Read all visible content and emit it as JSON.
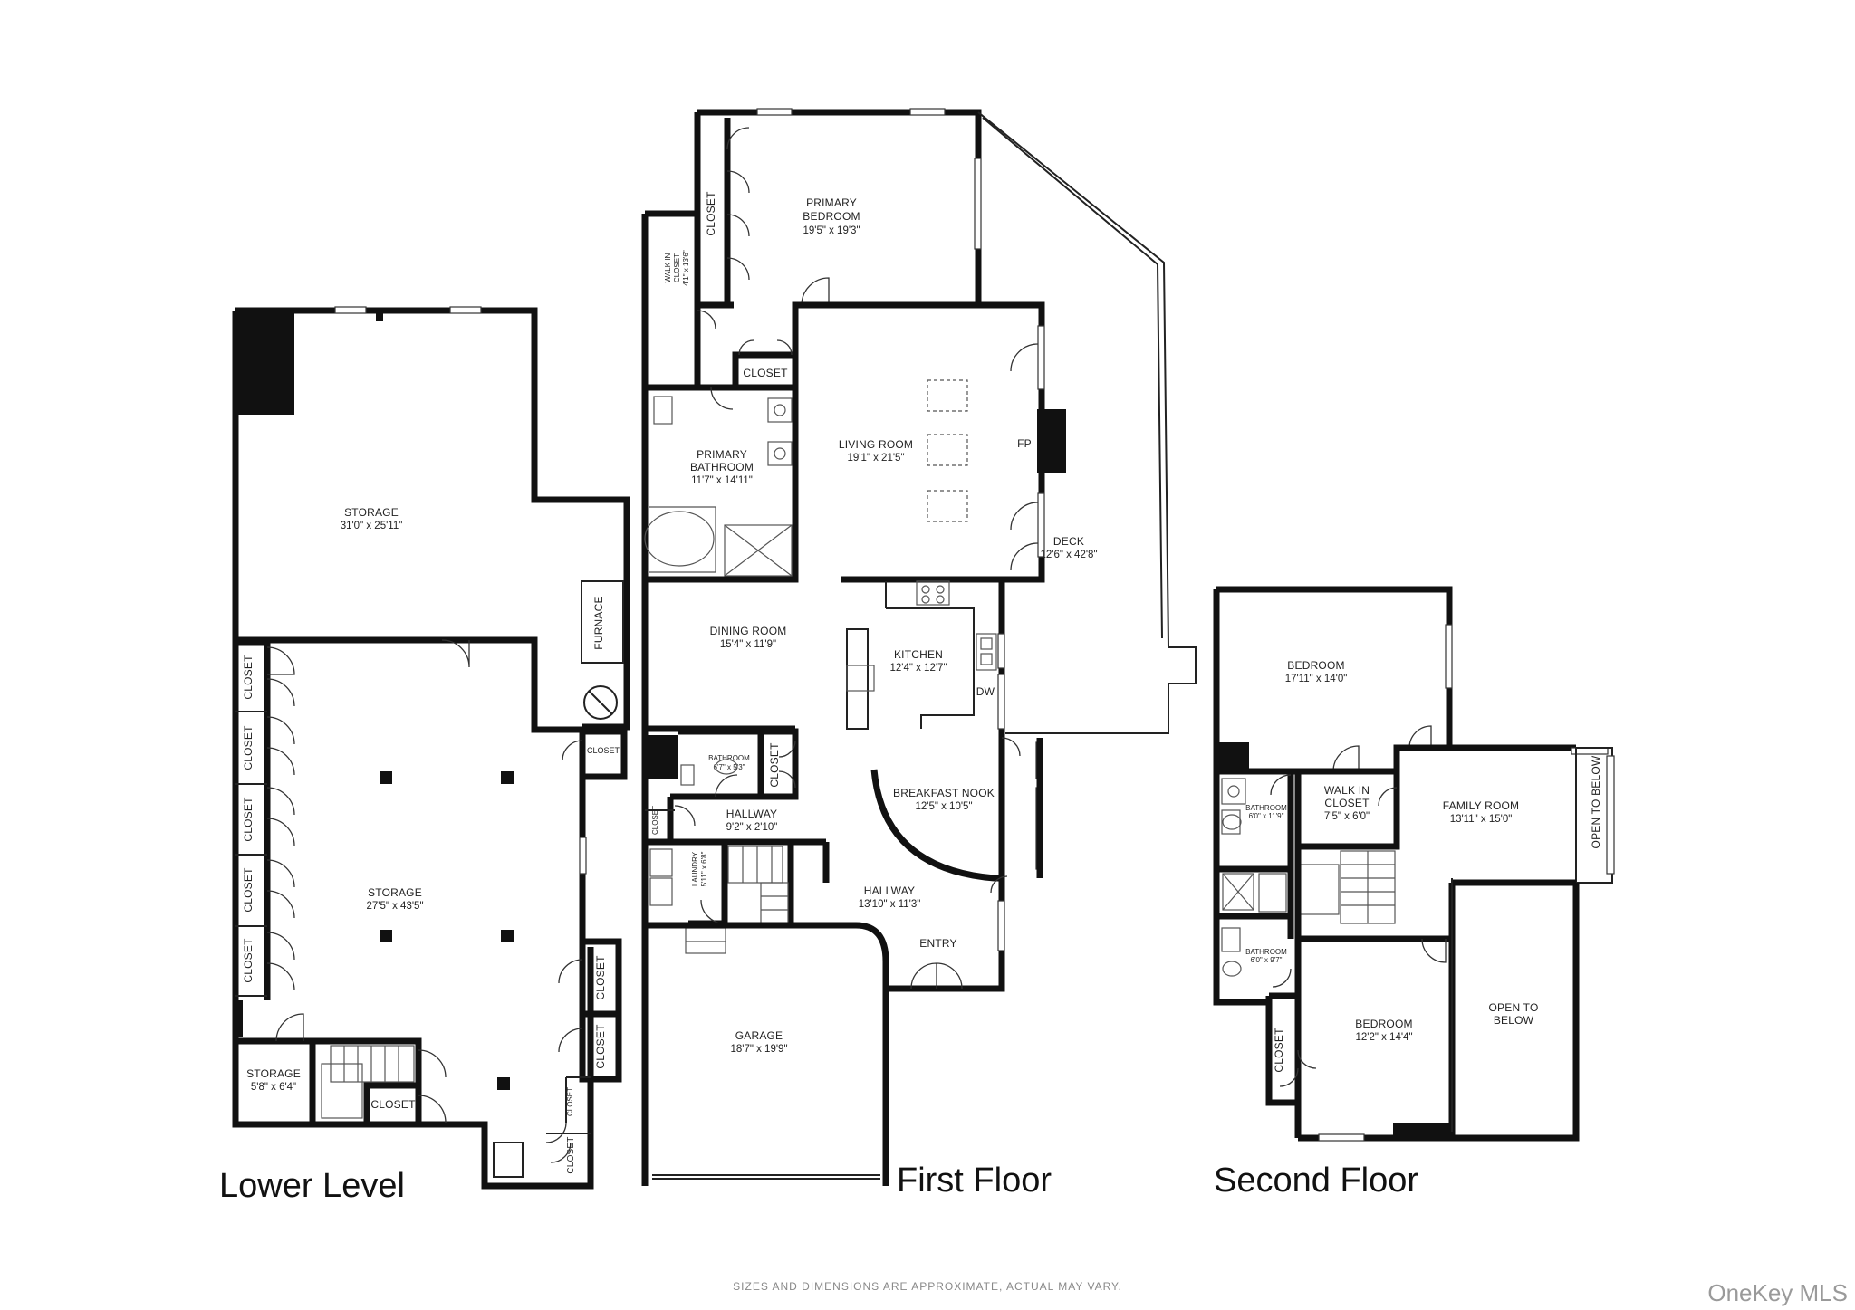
{
  "lower_level": {
    "title": "Lower Level",
    "storage_top": {
      "name": "STORAGE",
      "dims": "31'0\" x 25'11\""
    },
    "furnace": "FURNACE",
    "storage_main": {
      "name": "STORAGE",
      "dims": "27'5\" x 43'5\""
    },
    "storage_small": {
      "name": "STORAGE",
      "dims": "5'8\" x 6'4\""
    },
    "closet": "CLOSET"
  },
  "first_floor": {
    "title": "First Floor",
    "primary_bedroom": {
      "name_1": "PRIMARY",
      "name_2": "BEDROOM",
      "dims": "19'5\" x 19'3\""
    },
    "walk_in": {
      "name_1": "WALK IN",
      "name_2": "CLOSET",
      "dims": "4'1\" x 13'6\""
    },
    "primary_bathroom": {
      "name_1": "PRIMARY",
      "name_2": "BATHROOM",
      "dims": "11'7\" x 14'11\""
    },
    "living_room": {
      "name": "LIVING ROOM",
      "dims": "19'1\" x 21'5\"",
      "fp": "FP"
    },
    "deck": {
      "name": "DECK",
      "dims": "12'6\" x 42'8\""
    },
    "dining_room": {
      "name": "DINING ROOM",
      "dims": "15'4\" x 11'9\""
    },
    "kitchen": {
      "name": "KITCHEN",
      "dims": "12'4\" x 12'7\"",
      "dw": "DW"
    },
    "bathroom": {
      "name": "BATHROOM",
      "dims": "6'7\" x 5'3\""
    },
    "hallway_small": {
      "name": "HALLWAY",
      "dims": "9'2\" x 2'10\""
    },
    "breakfast_nook": {
      "name": "BREAKFAST NOOK",
      "dims": "12'5\" x 10'5\""
    },
    "laundry": {
      "name": "LAUNDRY",
      "dims": "5'11\" x 6'8\""
    },
    "hallway": {
      "name": "HALLWAY",
      "dims": "13'10\" x 11'3\""
    },
    "entry": "ENTRY",
    "garage": {
      "name": "GARAGE",
      "dims": "18'7\" x 19'9\""
    },
    "closet": "CLOSET"
  },
  "second_floor": {
    "title": "Second Floor",
    "bedroom_1": {
      "name": "BEDROOM",
      "dims": "17'11\" x 14'0\""
    },
    "bathroom_1": {
      "name": "BATHROOM",
      "dims": "6'0\" x 11'9\""
    },
    "walk_in": {
      "name_1": "WALK IN",
      "name_2": "CLOSET",
      "dims": "7'5\" x 6'0\""
    },
    "family_room": {
      "name": "FAMILY ROOM",
      "dims": "13'11\" x 15'0\""
    },
    "open_to_below_side": "OPEN TO BELOW",
    "bathroom_2": {
      "name": "BATHROOM",
      "dims": "6'0\" x 9'7\""
    },
    "bedroom_2": {
      "name": "BEDROOM",
      "dims": "12'2\" x 14'4\""
    },
    "open_to_below": {
      "line_1": "OPEN TO",
      "line_2": "BELOW"
    },
    "closet": "CLOSET"
  },
  "footer": {
    "disclaimer": "SIZES AND DIMENSIONS ARE APPROXIMATE, ACTUAL MAY VARY.",
    "brand": "OneKey MLS"
  }
}
